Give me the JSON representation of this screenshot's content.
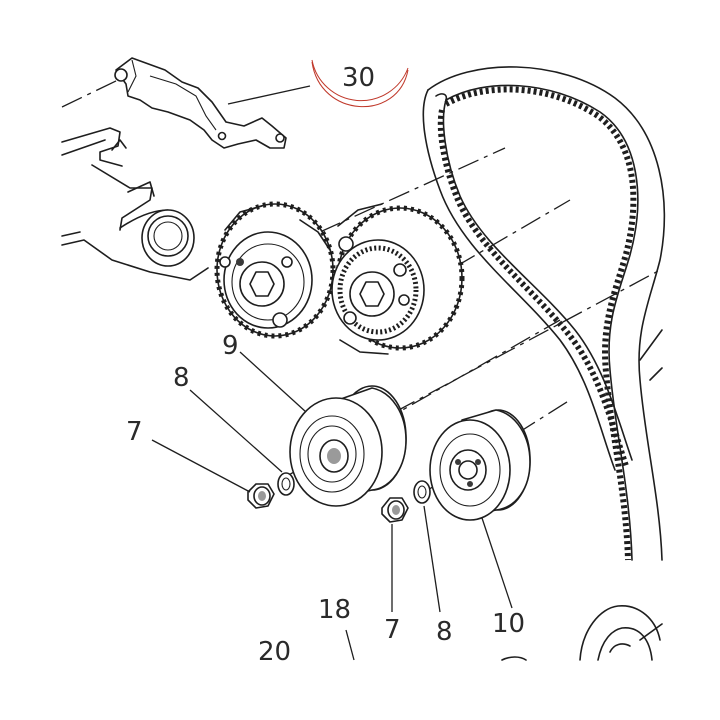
{
  "diagram": {
    "callouts": {
      "c30": "30",
      "c9": "9",
      "c8_left": "8",
      "c7_left": "7",
      "c7_right": "7",
      "c8_right": "8",
      "c10": "10",
      "c18": "18",
      "c20": "20"
    },
    "colors": {
      "line": "#1e1e1e",
      "highlight_circle": "#c0392b",
      "background": "#ffffff"
    }
  }
}
